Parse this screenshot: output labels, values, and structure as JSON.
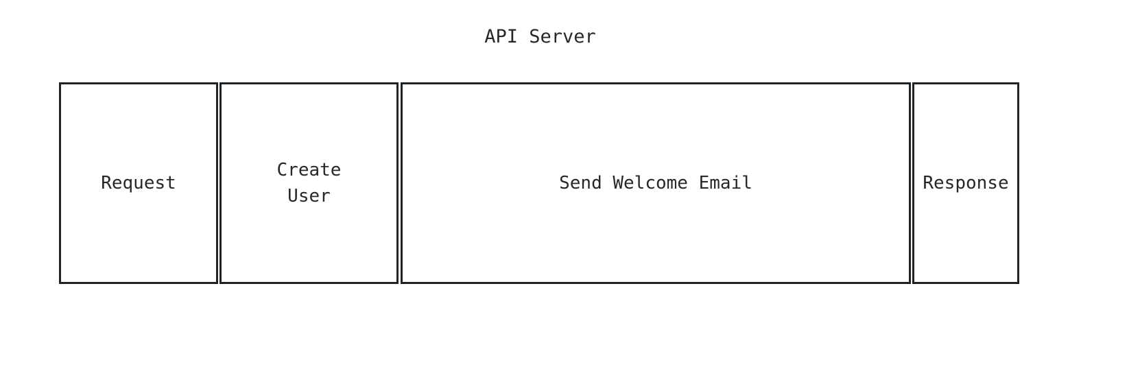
{
  "diagram": {
    "title": "API Server",
    "type": "span-timeline",
    "colors": {
      "background": "#ffffff",
      "border": "#202326",
      "text": "#25282b"
    },
    "spans": [
      {
        "id": "request",
        "label": "Request",
        "name": "span-request"
      },
      {
        "id": "create",
        "label": "Create\nUser",
        "name": "span-create-user"
      },
      {
        "id": "email",
        "label": "Send Welcome Email",
        "name": "span-send-welcome-email"
      },
      {
        "id": "response",
        "label": "Response",
        "name": "span-response"
      }
    ]
  }
}
